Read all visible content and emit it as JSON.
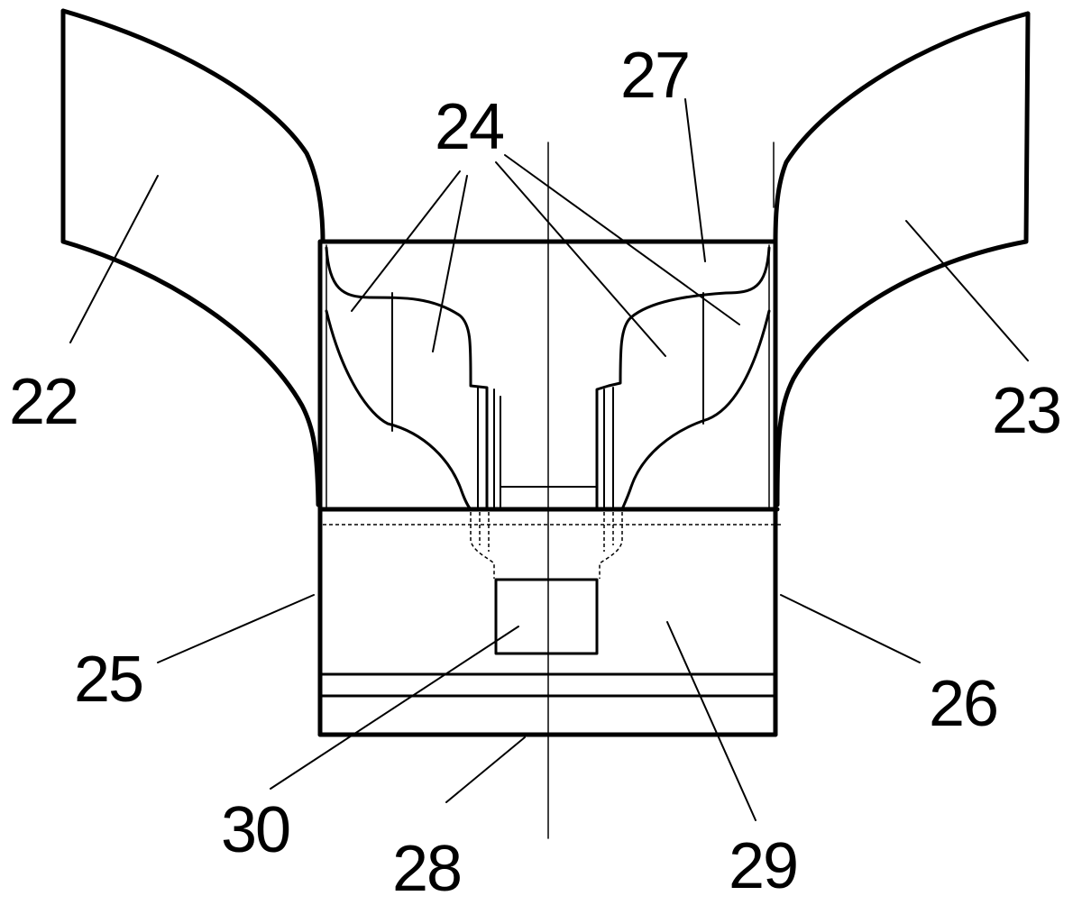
{
  "labels": {
    "l22": "22",
    "l23": "23",
    "l24": "24",
    "l25": "25",
    "l26": "26",
    "l27": "27",
    "l28": "28",
    "l29": "29",
    "l30": "30"
  },
  "colors": {
    "line": "#000000",
    "background": "#ffffff"
  }
}
